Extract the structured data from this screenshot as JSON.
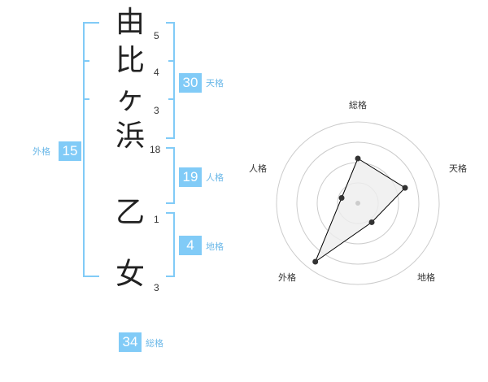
{
  "name": {
    "characters": [
      {
        "char": "由",
        "strokes": "5"
      },
      {
        "char": "比",
        "strokes": "4"
      },
      {
        "char": "ヶ",
        "strokes": "3"
      },
      {
        "char": "浜",
        "strokes": "18"
      },
      {
        "char": "乙",
        "strokes": "1"
      },
      {
        "char": "女",
        "strokes": "3"
      }
    ]
  },
  "kakusu": {
    "tenkaku": {
      "value": "30",
      "label": "天格"
    },
    "jinkaku": {
      "value": "19",
      "label": "人格"
    },
    "chikaku": {
      "value": "4",
      "label": "地格"
    },
    "gaikaku": {
      "value": "15",
      "label": "外格"
    },
    "soukaku": {
      "value": "34",
      "label": "総格"
    }
  },
  "radar": {
    "axes": [
      "総格",
      "天格",
      "地格",
      "外格",
      "人格"
    ],
    "levels": 4,
    "values": [
      0.55,
      0.61,
      0.29,
      0.89,
      0.21
    ],
    "colors": {
      "ring": "#cccccc",
      "fill": "#eeeeee",
      "line": "#000000",
      "point": "#333333",
      "center": "#cccccc"
    }
  },
  "colors": {
    "accent": "#81cbf7",
    "label": "#6bb8e8"
  }
}
